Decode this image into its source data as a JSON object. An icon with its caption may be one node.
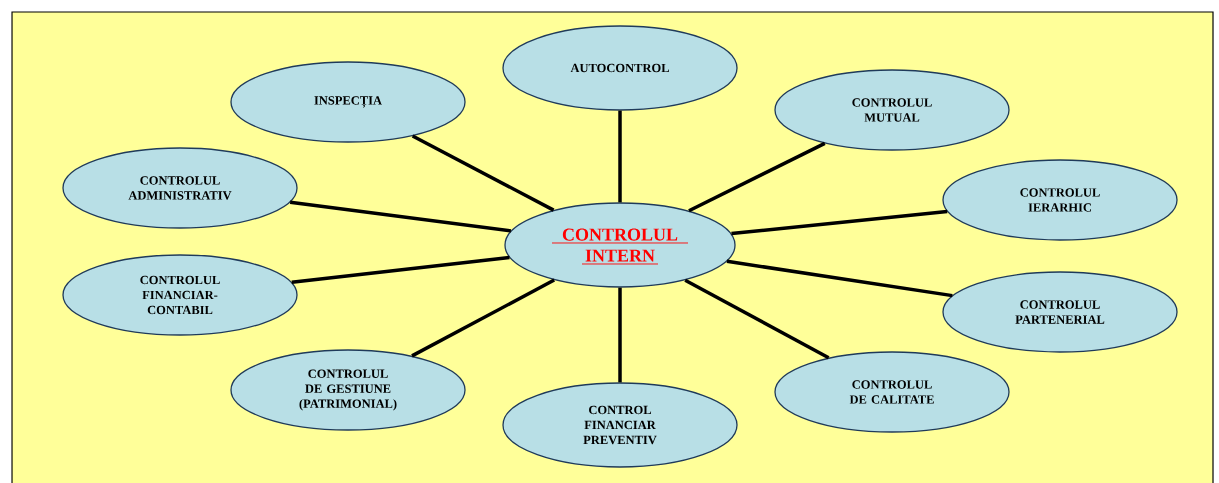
{
  "diagram": {
    "nodes": [
      {
        "text": [
          "AUTOCONTROL"
        ]
      },
      {
        "text": [
          "INSPECȚIA"
        ]
      },
      {
        "text": [
          "CONTROLUL MUTUAL"
        ]
      },
      {
        "text": [
          "CONTROLUL ADMINISTRATIV"
        ]
      },
      {
        "text": [
          "CONTROLUL IERARHIC"
        ]
      },
      {
        "text": [
          "CONTROLUL INTERN"
        ]
      },
      {
        "text": [
          "CONTROLUL FINANCIAR-CONTABIL"
        ]
      },
      {
        "text": [
          "CONTROLUL PARTENERIAL"
        ]
      },
      {
        "text": [
          "CONTROLUL DE GESTIUNE (PATRIMONIAL)"
        ]
      },
      {
        "text": [
          "CONTROLUL DE CALITATE"
        ]
      },
      {
        "text": [
          "CONTROL FINANCIAR PREVENTIV"
        ]
      }
    ],
    "edges": [
      {
        "from": 5,
        "to": 0,
        "arrow": "none"
      },
      {
        "from": 5,
        "to": 1,
        "arrow": "none"
      },
      {
        "from": 5,
        "to": 2,
        "arrow": "none"
      },
      {
        "from": 5,
        "to": 3,
        "arrow": "none"
      },
      {
        "from": 5,
        "to": 4,
        "arrow": "none"
      },
      {
        "from": 5,
        "to": 6,
        "arrow": "none"
      },
      {
        "from": 5,
        "to": 7,
        "arrow": "none"
      },
      {
        "from": 5,
        "to": 8,
        "arrow": "none"
      },
      {
        "from": 5,
        "to": 9,
        "arrow": "none"
      },
      {
        "from": 5,
        "to": 10,
        "arrow": "none"
      }
    ]
  }
}
